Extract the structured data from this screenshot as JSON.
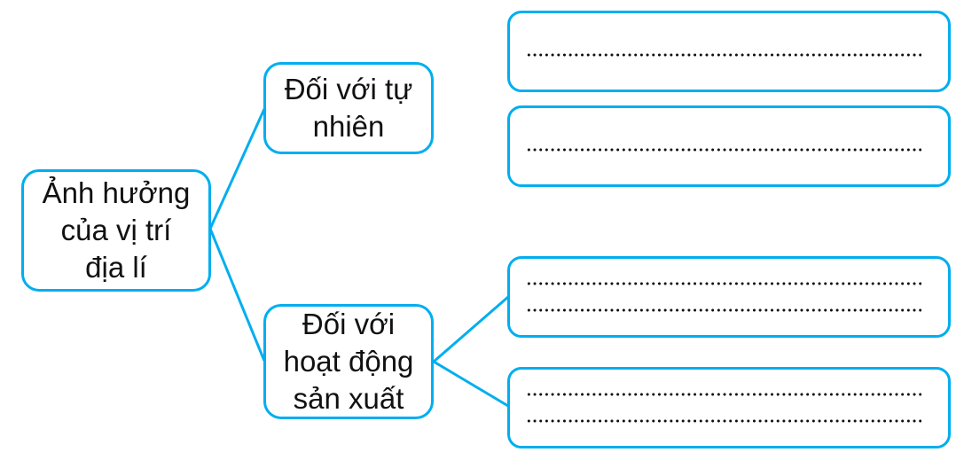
{
  "diagram": {
    "type": "mind-map",
    "accent_color": "#00aeef",
    "root": {
      "lines": [
        "Ảnh hưởng",
        "của vị trí",
        "địa lí"
      ]
    },
    "branches": [
      {
        "lines": [
          "Đối với tự",
          "nhiên"
        ],
        "answer_boxes": [
          {
            "blanks": 1,
            "connected": false
          },
          {
            "blanks": 1,
            "connected": false
          }
        ]
      },
      {
        "lines": [
          "Đối với",
          "hoạt động",
          "sản xuất"
        ],
        "answer_boxes": [
          {
            "blanks": 2,
            "connected": true
          },
          {
            "blanks": 2,
            "connected": true
          }
        ]
      }
    ]
  }
}
